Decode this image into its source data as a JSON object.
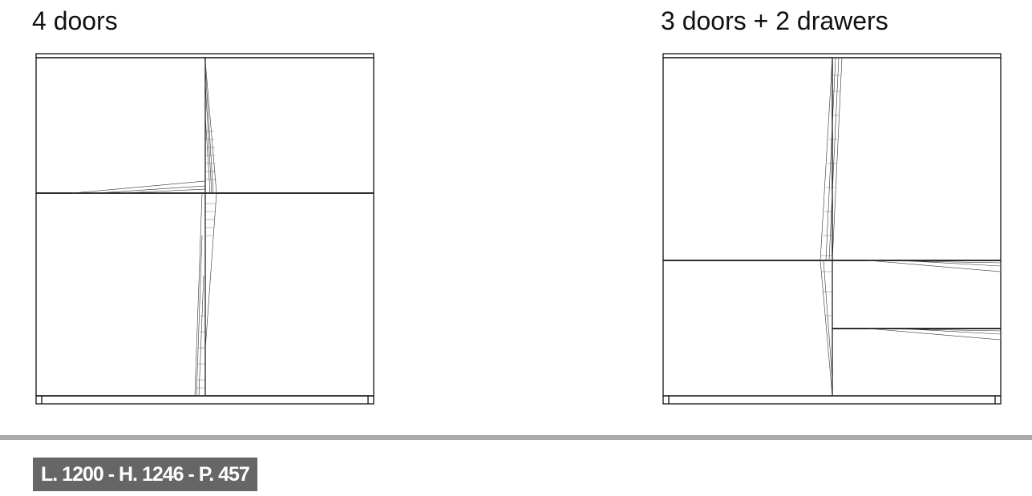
{
  "captions": {
    "left": "4 doors",
    "right": "3 doors + 2 drawers"
  },
  "spec_label": "L. 1200 - H. 1246 - P. 457",
  "colors": {
    "line": "#111111",
    "divider": "#aaaaaa",
    "spec_bg": "#666666",
    "spec_text": "#ffffff"
  }
}
